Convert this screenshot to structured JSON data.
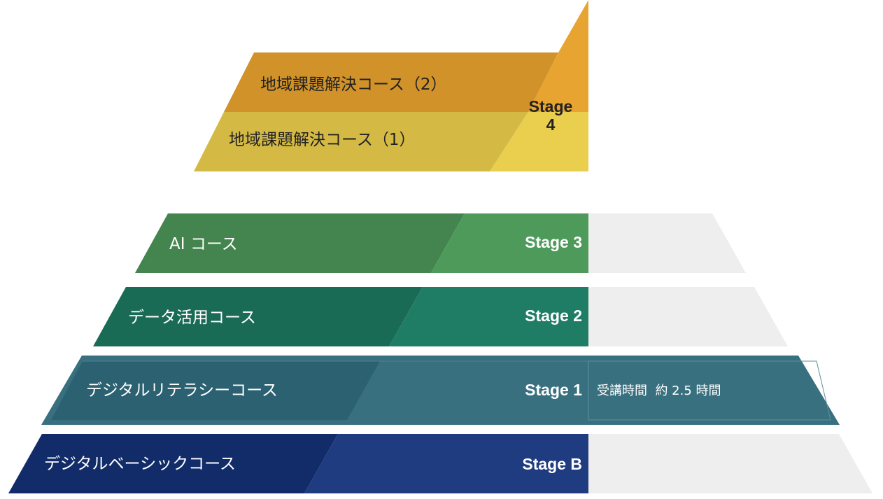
{
  "colors": {
    "stage4_orange_dark": "#D09229",
    "stage4_orange_light": "#E8A430",
    "stage4_yellow_dark": "#D4BA45",
    "stage4_yellow_light": "#EACF4E",
    "stage3_dark": "#44854F",
    "stage3_light": "#4E9A5B",
    "stage2_dark": "#1A6B55",
    "stage2_light": "#1F7D66",
    "stage1_outer": "#38707F",
    "stage1_dark": "#2C6171",
    "stageB_dark": "#122C6A",
    "stageB_light": "#1F3C80",
    "placeholder_gray": "#EDEEED"
  },
  "stages": {
    "stage4": {
      "label": "Stage",
      "number": "4",
      "courses": [
        "地域課題解決コース（2）",
        "地域課題解決コース（1）"
      ]
    },
    "stage3": {
      "label": "Stage 3",
      "course": "AI コース"
    },
    "stage2": {
      "label": "Stage 2",
      "course": "データ活用コース"
    },
    "stage1": {
      "label": "Stage 1",
      "course": "デジタルリテラシーコース",
      "duration": "受講時間  約 2.5 時間"
    },
    "stageB": {
      "label": "Stage B",
      "course": "デジタルベーシックコース"
    }
  }
}
